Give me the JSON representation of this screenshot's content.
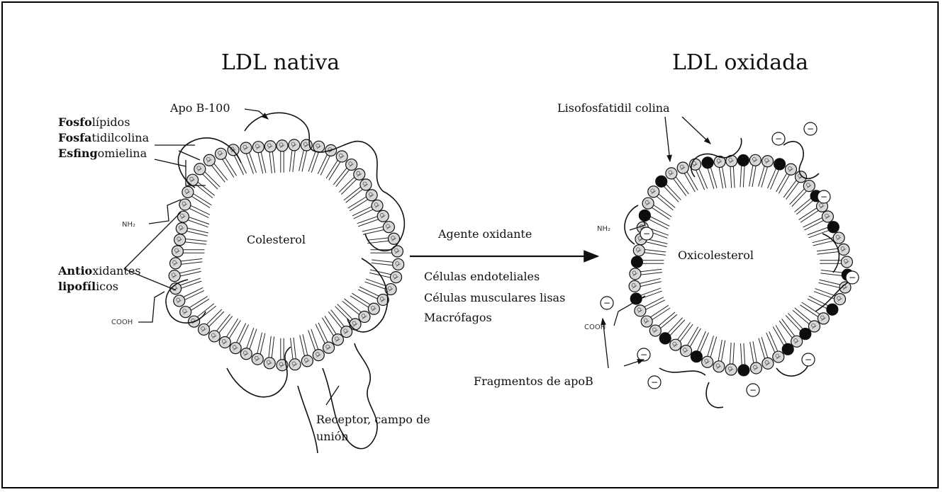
{
  "titles": {
    "native": "LDL nativa",
    "oxidized": "LDL oxidada"
  },
  "native": {
    "core": "Colesterol",
    "apo": "Apo B-100",
    "phospholipids": [
      {
        "bold": "Fosfo",
        "rest": "lípidos"
      },
      {
        "bold": "Fosfa",
        "rest": "tidilcolina"
      },
      {
        "bold": "Esfing",
        "rest": "omielina"
      }
    ],
    "antioxidants": [
      {
        "bold": "Antio",
        "rest": "xidantes"
      },
      {
        "bold": "lipofíl",
        "rest": "icos"
      }
    ],
    "nh2": "NH₂",
    "cooh": "COOH",
    "receptor": [
      "Receptor, campo de",
      "unión"
    ]
  },
  "process": {
    "agent": "Agente oxidante",
    "cells": [
      "Células endoteliales",
      "Células musculares lisas",
      "Macrófagos"
    ]
  },
  "oxidized": {
    "core": "Oxicolesterol",
    "lyso": "Lisofosfatidil colina",
    "fragments": "Fragmentos de apoB",
    "nh2": "NH₂",
    "cooh": "COOH",
    "negative_charge_symbol": "−"
  }
}
